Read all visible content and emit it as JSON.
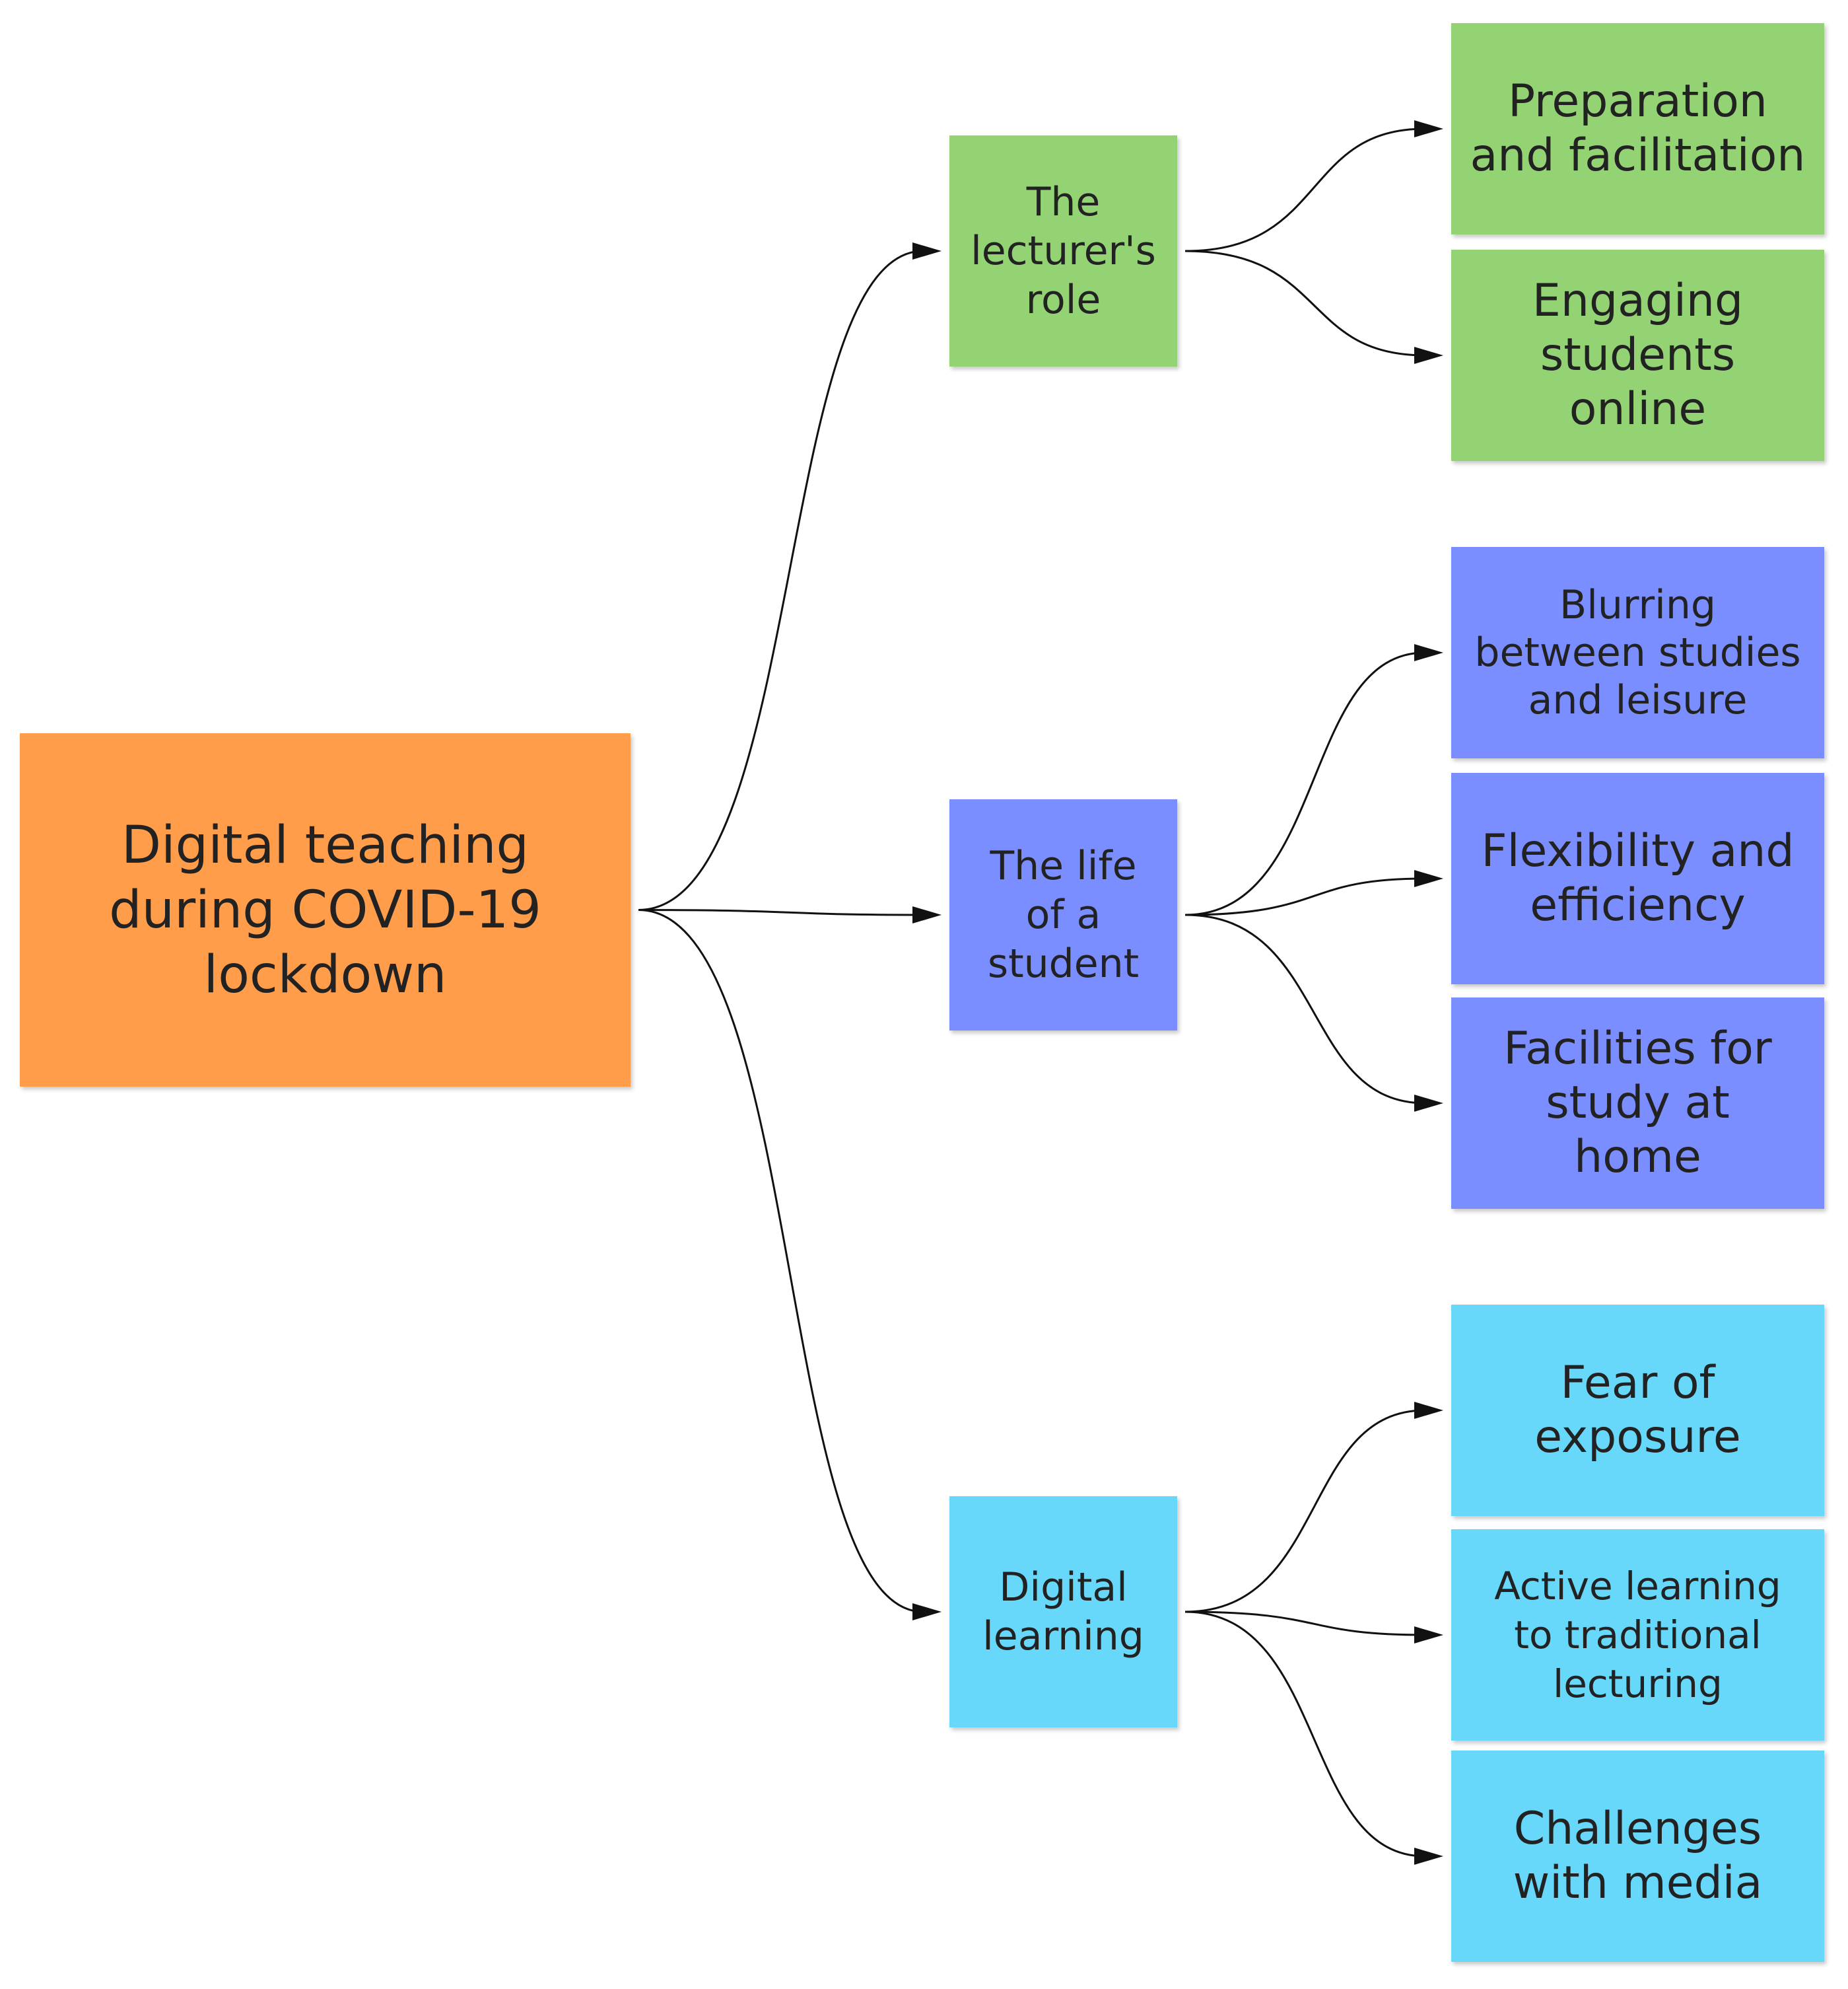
{
  "colors": {
    "root": "#FF9D4A",
    "lecturer_group": "#93D374",
    "student_group": "#7B8EFF",
    "digital_group": "#68D8FA",
    "edge": "#111111"
  },
  "nodes": {
    "root": {
      "label": "Digital teaching\nduring COVID-19\nlockdown"
    },
    "lecturer": {
      "label": "The\nlecturer's\nrole",
      "children": [
        {
          "id": "prep",
          "label": "Preparation\nand facilitation"
        },
        {
          "id": "eng",
          "label": "Engaging\nstudents\nonline"
        }
      ]
    },
    "student": {
      "label": "The life\nof a\nstudent",
      "children": [
        {
          "id": "blur",
          "label": "Blurring\nbetween studies\nand leisure"
        },
        {
          "id": "flex",
          "label": "Flexibility and\nefficiency"
        },
        {
          "id": "fac",
          "label": "Facilities for\nstudy at\nhome"
        }
      ]
    },
    "digital": {
      "label": "Digital\nlearning",
      "children": [
        {
          "id": "fear",
          "label": "Fear of\nexposure"
        },
        {
          "id": "active",
          "label": "Active learning\nto traditional\nlecturing"
        },
        {
          "id": "chal",
          "label": "Challenges\nwith media"
        }
      ]
    }
  },
  "edges": [
    {
      "from": "root",
      "to": "lecturer"
    },
    {
      "from": "root",
      "to": "student"
    },
    {
      "from": "root",
      "to": "digital"
    },
    {
      "from": "lecturer",
      "to": "prep"
    },
    {
      "from": "lecturer",
      "to": "eng"
    },
    {
      "from": "student",
      "to": "blur"
    },
    {
      "from": "student",
      "to": "flex"
    },
    {
      "from": "student",
      "to": "fac"
    },
    {
      "from": "digital",
      "to": "fear"
    },
    {
      "from": "digital",
      "to": "active"
    },
    {
      "from": "digital",
      "to": "chal"
    }
  ]
}
